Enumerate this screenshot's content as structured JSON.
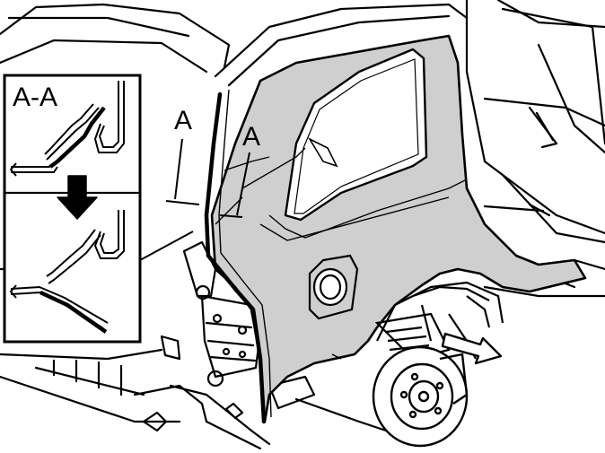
{
  "labels": {
    "inset_title": "A-A",
    "section_mark_1": "A",
    "section_mark_2": "A"
  },
  "colors": {
    "line": "#000000",
    "panel_fill": "#cfcfcf",
    "background": "#ffffff"
  },
  "icons": {
    "inset_arrow": "down-arrow-icon",
    "removal_arrow": "outward-arrow-icon"
  }
}
